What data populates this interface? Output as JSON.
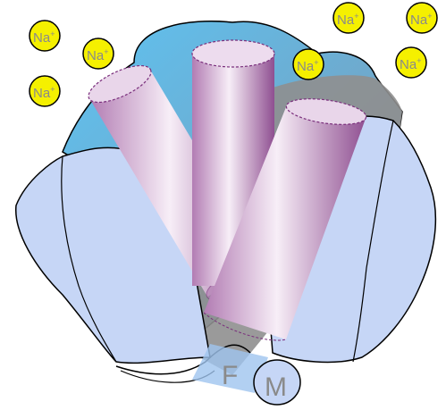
{
  "ions": [
    {
      "symbol": "Na",
      "charge": "+"
    },
    {
      "symbol": "Na",
      "charge": "+"
    },
    {
      "symbol": "Na",
      "charge": "+"
    },
    {
      "symbol": "Na",
      "charge": "+"
    },
    {
      "symbol": "Na",
      "charge": "+"
    },
    {
      "symbol": "Na",
      "charge": "+"
    },
    {
      "symbol": "Na",
      "charge": "+"
    }
  ],
  "labels": {
    "gate_f": "F",
    "gate_m": "M"
  },
  "colors": {
    "ion_fill": "#f5f000",
    "protein_fill": "#c6d6f6",
    "pore_blue": "#57b8ec",
    "pore_gray": "#8f8f8f",
    "helix_light": "#f4e8f4",
    "helix_dark": "#9a5a9c",
    "outline": "#000000"
  }
}
